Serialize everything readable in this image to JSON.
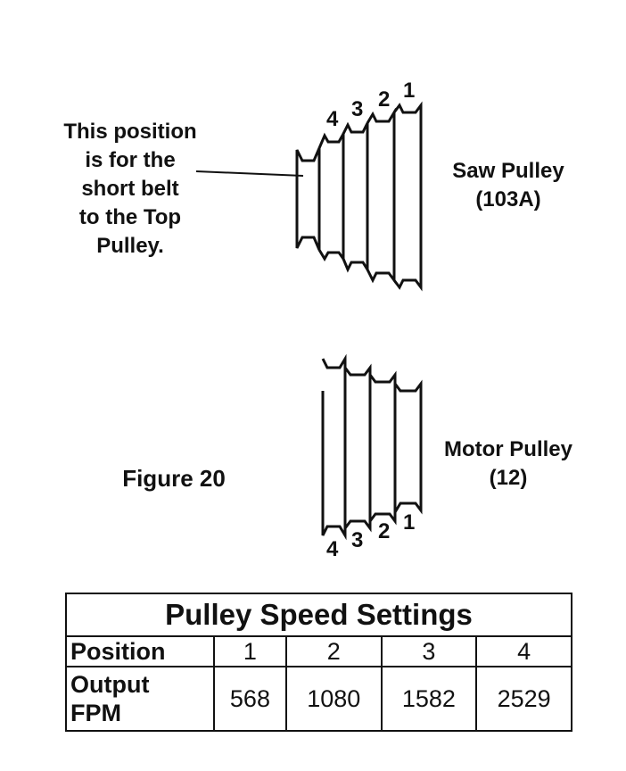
{
  "callout": {
    "lines": [
      "This position",
      "is for the",
      "short belt",
      "to the Top",
      "Pulley."
    ]
  },
  "saw_pulley": {
    "label_line1": "Saw Pulley",
    "label_line2": "(103A)",
    "positions": [
      "1",
      "2",
      "3",
      "4"
    ]
  },
  "motor_pulley": {
    "label_line1": "Motor Pulley",
    "label_line2": "(12)",
    "positions": [
      "1",
      "2",
      "3",
      "4"
    ]
  },
  "figure_label": "Figure 20",
  "table": {
    "title": "Pulley Speed Settings",
    "position_header": "Position",
    "output_header_line1": "Output",
    "output_header_line2": "FPM",
    "positions": [
      "1",
      "2",
      "3",
      "4"
    ],
    "values": [
      "568",
      "1080",
      "1582",
      "2529"
    ]
  }
}
